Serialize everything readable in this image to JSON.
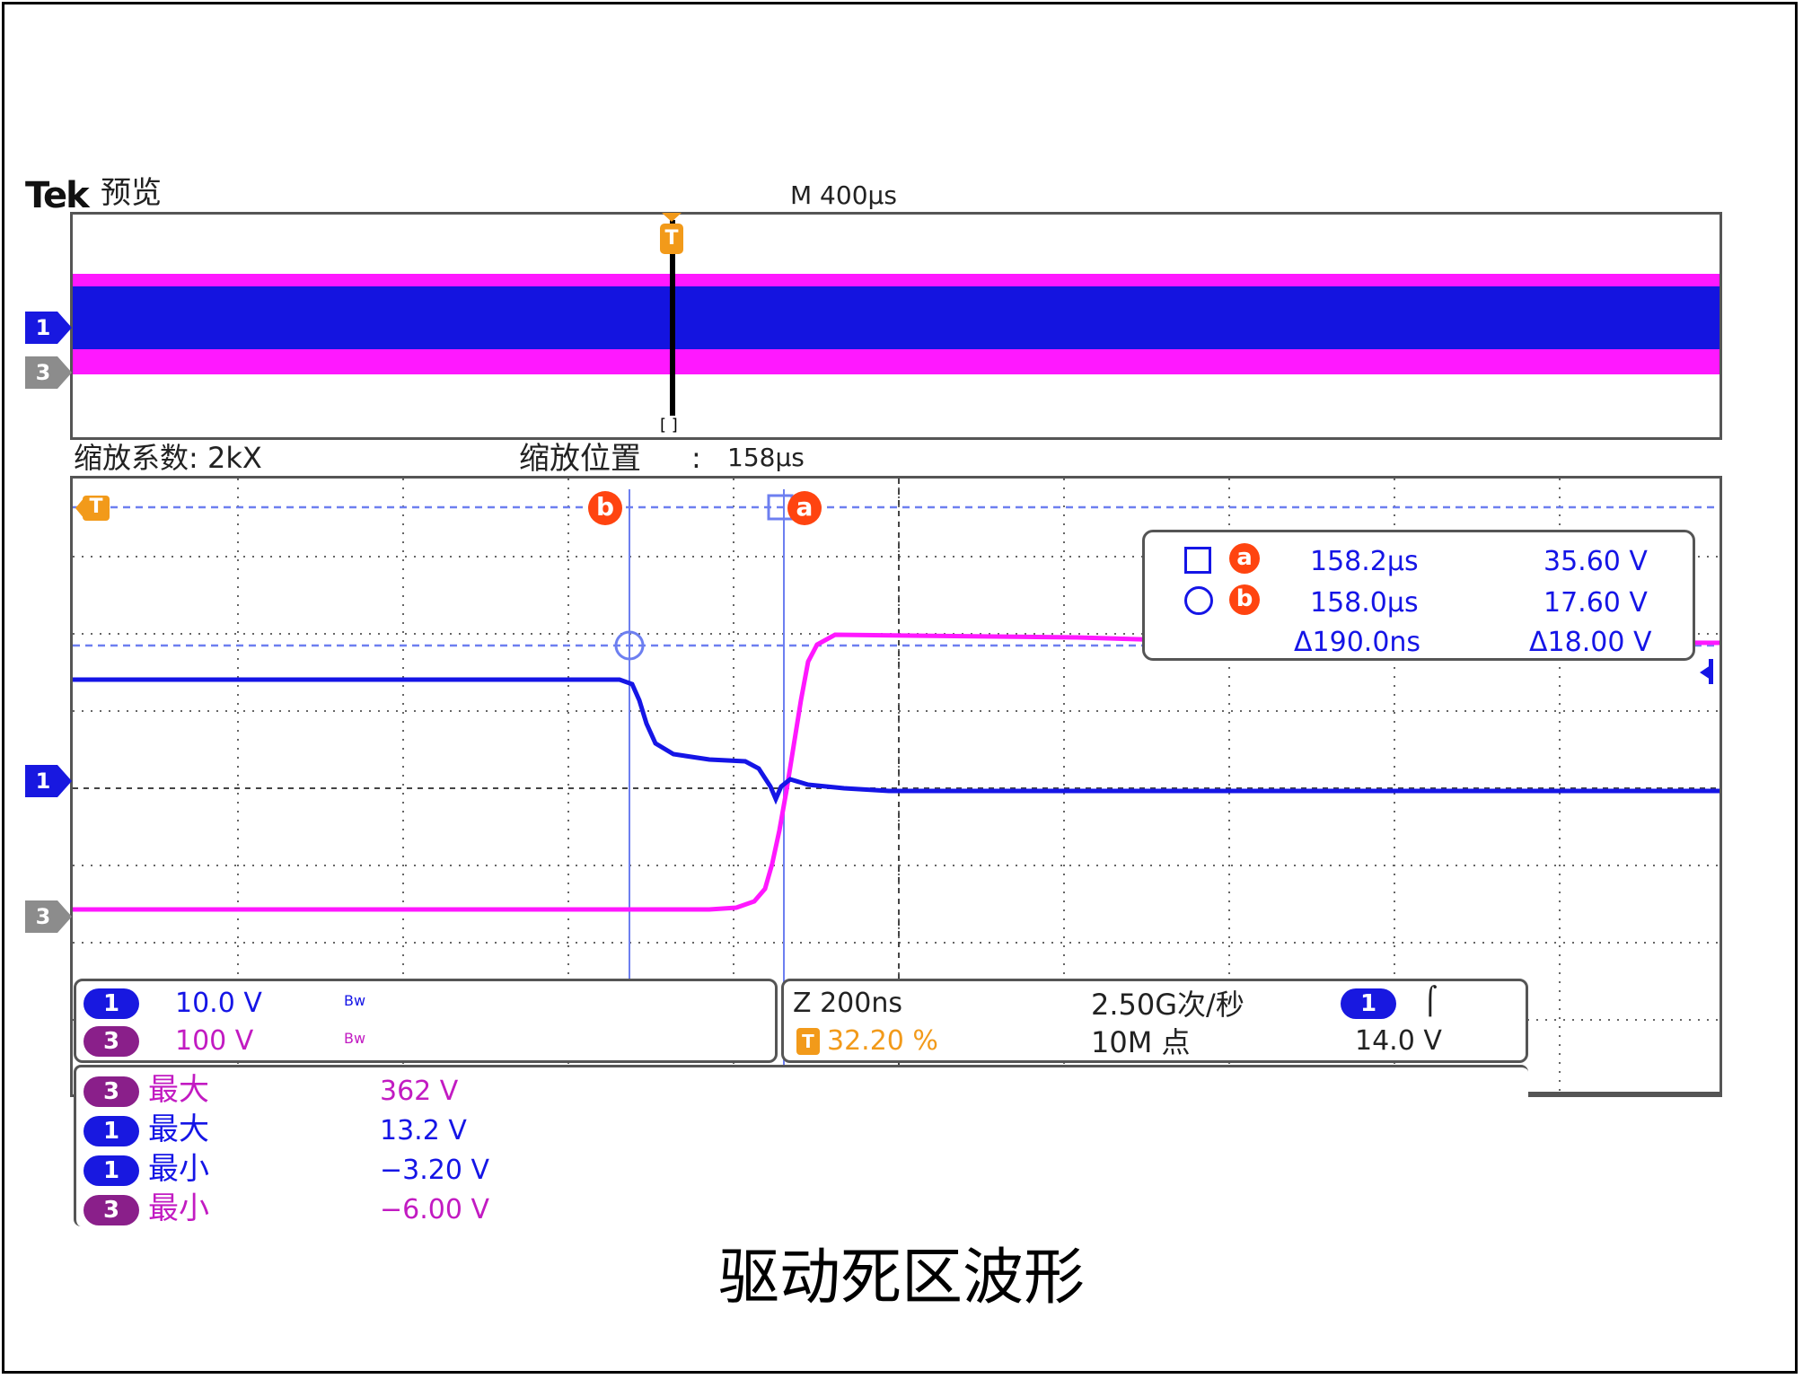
{
  "header": {
    "brand": "Tek",
    "mode": "预览",
    "timebase": "M 400µs",
    "zoom_factor": "缩放系数: 2kX",
    "zoom_position_label": "缩放位置",
    "zoom_position_sep": ":",
    "zoom_position_value": "158µs"
  },
  "markers": {
    "ch1": "1",
    "ch3": "3",
    "trigger": "T",
    "cursor_a": "a",
    "cursor_b": "b",
    "zoom_bracket": "[ ]"
  },
  "cursor_readout": {
    "a_time": "158.2µs",
    "a_value": "35.60 V",
    "b_time": "158.0µs",
    "b_value": "17.60 V",
    "delta_time": "Δ190.0ns",
    "delta_value": "Δ18.00 V"
  },
  "channel_info": {
    "ch1_scale": "10.0 V",
    "ch3_scale": "100 V",
    "bw_symbol": "Bw",
    "horizontal": "Z 200ns",
    "trigger_pos": "32.20 %",
    "sample_rate": "2.50G次/秒",
    "record_length": "10M 点",
    "trigger_slope": "⌠",
    "trigger_level": "14.0 V"
  },
  "measurements": [
    {
      "channel": "3",
      "label": "最大",
      "value": "362 V"
    },
    {
      "channel": "1",
      "label": "最大",
      "value": "13.2 V"
    },
    {
      "channel": "1",
      "label": "最小",
      "value": "−3.20 V"
    },
    {
      "channel": "3",
      "label": "最小",
      "value": "−6.00 V"
    }
  ],
  "caption": "驱动死区波形",
  "colors": {
    "ch1": "#1515e6",
    "ch3": "#ff18ff",
    "trigger": "#f29a1a",
    "cursor": "#ff4410"
  }
}
